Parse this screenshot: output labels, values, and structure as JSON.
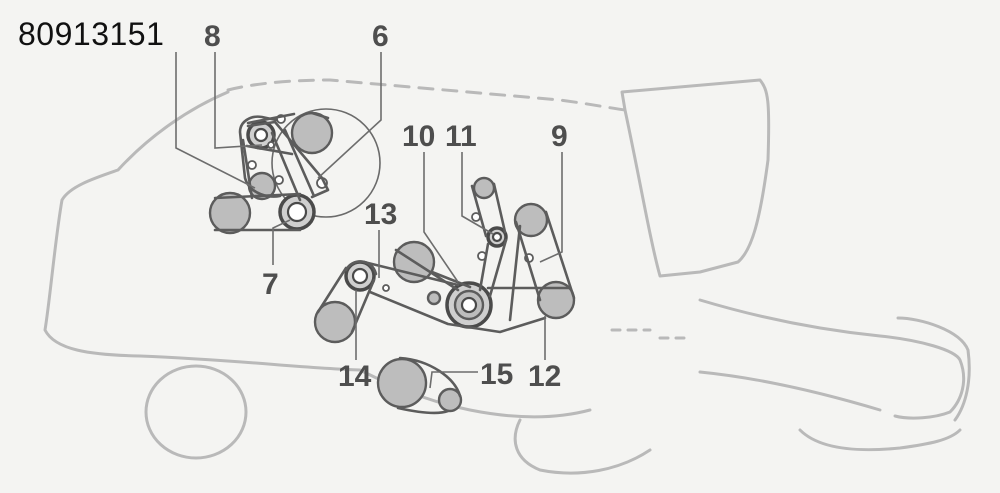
{
  "part_number": "80913151",
  "callouts": {
    "c6": "6",
    "c7": "7",
    "c8": "8",
    "c9": "9",
    "c10": "10",
    "c11": "11",
    "c12": "12",
    "c13": "13",
    "c14": "14",
    "c15": "15"
  },
  "colors": {
    "background": "#f4f4f2",
    "outline": "#b9b9b9",
    "belt": "#5c5c5c",
    "pulley": "#bdbdbd",
    "text": "#4e4e4e"
  }
}
